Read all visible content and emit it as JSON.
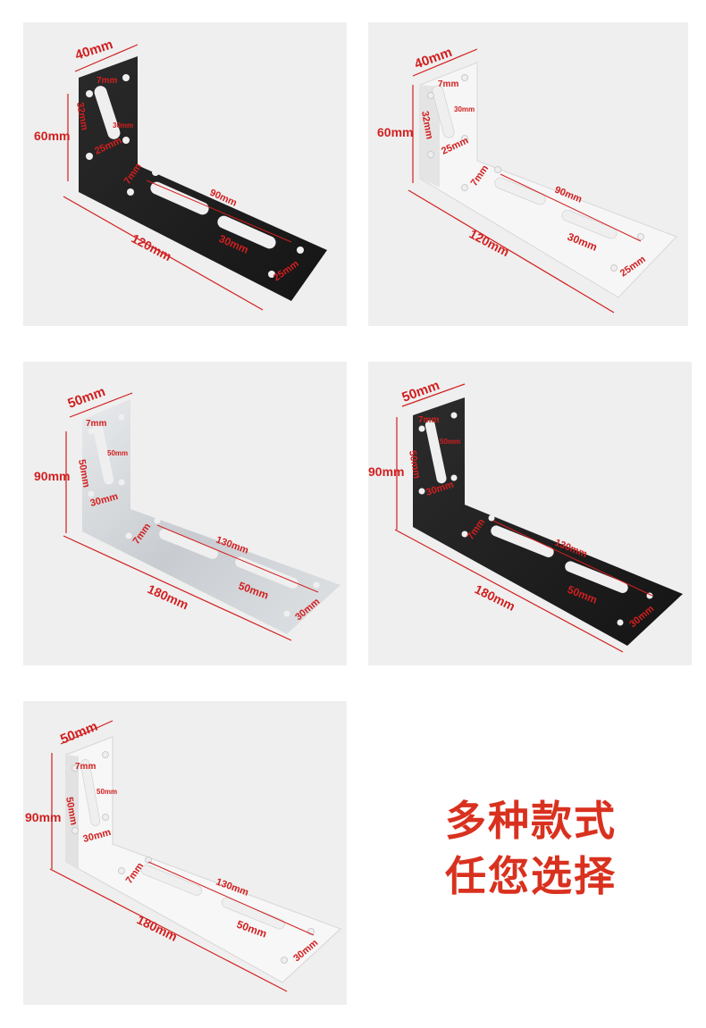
{
  "products": [
    {
      "finish": "black",
      "labels": {
        "width": "40mm",
        "height": "60mm",
        "length": "120mm",
        "slot_width_v": "7mm",
        "slot_len_v": "32mm",
        "slot_inner_v": "30mm",
        "edge_v": "25mm",
        "slot_width_h": "7mm",
        "slot_span_h": "90mm",
        "slot_len_h": "30mm",
        "edge_h": "25mm"
      }
    },
    {
      "finish": "white",
      "labels": {
        "width": "40mm",
        "height": "60mm",
        "length": "120mm",
        "slot_width_v": "7mm",
        "slot_len_v": "32mm",
        "slot_inner_v": "30mm",
        "edge_v": "25mm",
        "slot_width_h": "7mm",
        "slot_span_h": "90mm",
        "slot_len_h": "30mm",
        "edge_h": "25mm"
      }
    },
    {
      "finish": "silver",
      "labels": {
        "width": "50mm",
        "height": "90mm",
        "length": "180mm",
        "slot_width_v": "7mm",
        "slot_len_v": "50mm",
        "slot_inner_v": "50mm",
        "edge_v": "30mm",
        "slot_width_h": "7mm",
        "slot_span_h": "130mm",
        "slot_len_h": "50mm",
        "edge_h": "30mm"
      }
    },
    {
      "finish": "black",
      "labels": {
        "width": "50mm",
        "height": "90mm",
        "length": "180mm",
        "slot_width_v": "7mm",
        "slot_len_v": "50mm",
        "slot_inner_v": "50mm",
        "edge_v": "30mm",
        "slot_width_h": "7mm",
        "slot_span_h": "130mm",
        "slot_len_h": "50mm",
        "edge_h": "30mm"
      }
    },
    {
      "finish": "white",
      "labels": {
        "width": "50mm",
        "height": "90mm",
        "length": "180mm",
        "slot_width_v": "7mm",
        "slot_len_v": "50mm",
        "slot_inner_v": "50mm",
        "edge_v": "30mm",
        "slot_width_h": "7mm",
        "slot_span_h": "130mm",
        "slot_len_h": "50mm",
        "edge_h": "30mm"
      }
    }
  ],
  "slogan": {
    "line1": "多种款式",
    "line2": "任您选择"
  },
  "colors": {
    "panel_bg": "#efefef",
    "dimension_red": "#d21f1f",
    "slogan_red": "#d9311f",
    "black_finish": "#1f1f1f",
    "white_finish": "#f2f2f2",
    "silver_finish": "#d4d7da"
  }
}
